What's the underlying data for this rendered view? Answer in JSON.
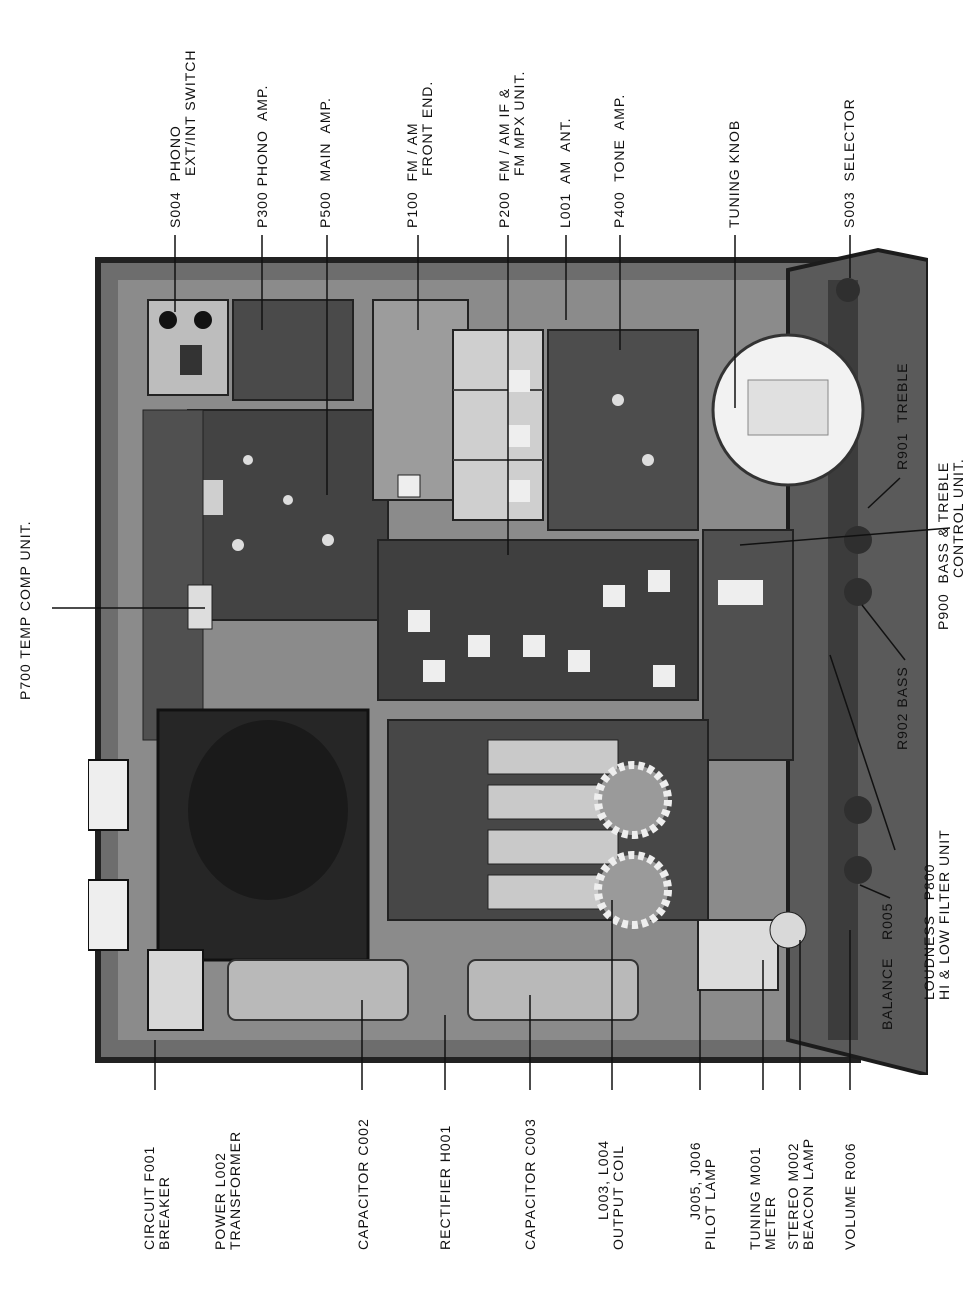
{
  "labels_top": {
    "s004": [
      "S004",
      "PHONO",
      "EXT/INT SWITCH"
    ],
    "p300": [
      "P300",
      "PHONO",
      "AMP."
    ],
    "p500": [
      "P500",
      "MAIN",
      "AMP."
    ],
    "p100": [
      "P100",
      "FM / AM",
      "FRONT END."
    ],
    "p200": [
      "P200",
      "FM / AM IF &",
      "FM MPX UNIT."
    ],
    "l001": [
      "L001",
      "AM",
      "ANT."
    ],
    "p400": [
      "P400",
      "TONE",
      "AMP."
    ],
    "tuning_knob": [
      "TUNING KNOB"
    ],
    "s003": [
      "S003",
      "SELECTOR"
    ]
  },
  "label_p700": "P700 TEMP COMP UNIT.",
  "labels_right": {
    "r901": [
      "R901",
      "TREBLE"
    ],
    "p900": [
      "P900",
      "BASS & TREBLE",
      "CONTROL UNIT."
    ],
    "r902": "R902 BASS",
    "p800": [
      "P800",
      "LOUDNESS",
      "HI & LOW FILTER UNIT"
    ],
    "r005": "R005",
    "balance": "BALANCE"
  },
  "labels_bottom": {
    "f001": [
      "CIRCUIT F001",
      "BREAKER"
    ],
    "l002": [
      "POWER L002",
      "TRANSFORMER"
    ],
    "c002": "CAPACITOR C002",
    "h001": "RECTIFIER H001",
    "c003": "CAPACITOR C003",
    "l003": [
      "L003, L004",
      "OUTPUT COIL"
    ],
    "j005": [
      "J005, J006",
      "PILOT LAMP"
    ],
    "m001": [
      "TUNING M001",
      "METER"
    ],
    "m002": [
      "STEREO M002",
      "BEACON LAMP"
    ],
    "r006": "VOLUME R006"
  }
}
